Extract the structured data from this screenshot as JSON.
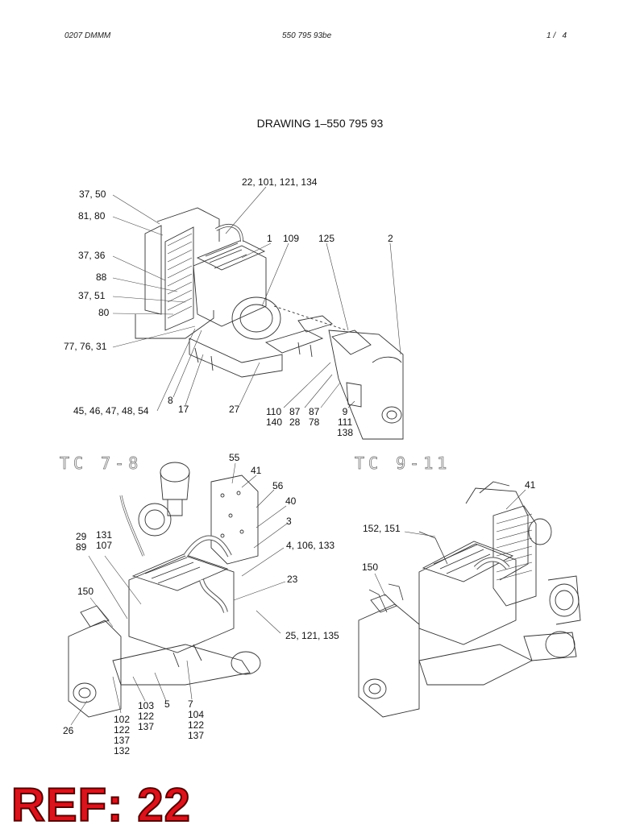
{
  "header": {
    "left": "0207 DMMM",
    "center": "550 795 93be",
    "right": "1 /   4"
  },
  "title": "DRAWING 1–550 795 93",
  "views": {
    "tc78": "TC 7-8",
    "tc911": "TC 9-11"
  },
  "labels1": {
    "l1": "22, 101, 121, 134",
    "l2": "37, 50",
    "l3": "81, 80",
    "l4": "1",
    "l5": "109",
    "l6": "125",
    "l7": "2",
    "l8": "37, 36",
    "l9": "88",
    "l10": "37, 51",
    "l11": "80",
    "l12": "77, 76, 31",
    "l13": "8",
    "l14": "45, 46, 47, 48, 54",
    "l15": "17",
    "l16": "27",
    "l17": "110\n140",
    "l18": "87\n28",
    "l19": "87\n78",
    "l20": "9\n111\n138"
  },
  "labels2": {
    "l1": "55",
    "l2": "41",
    "l3": "56",
    "l4": "40",
    "l5": "3",
    "l6": "29\n89",
    "l7": "131\n107",
    "l8": "4, 106, 133",
    "l9": "23",
    "l10": "150",
    "l11": "25, 121, 135",
    "l12": "103\n122\n137",
    "l13": "5",
    "l14": "7\n104\n122\n137",
    "l15": "102\n122\n137\n132",
    "l16": "26"
  },
  "labels3": {
    "l1": "41",
    "l2": "152, 151",
    "l3": "150"
  },
  "ref": "REF: 22"
}
